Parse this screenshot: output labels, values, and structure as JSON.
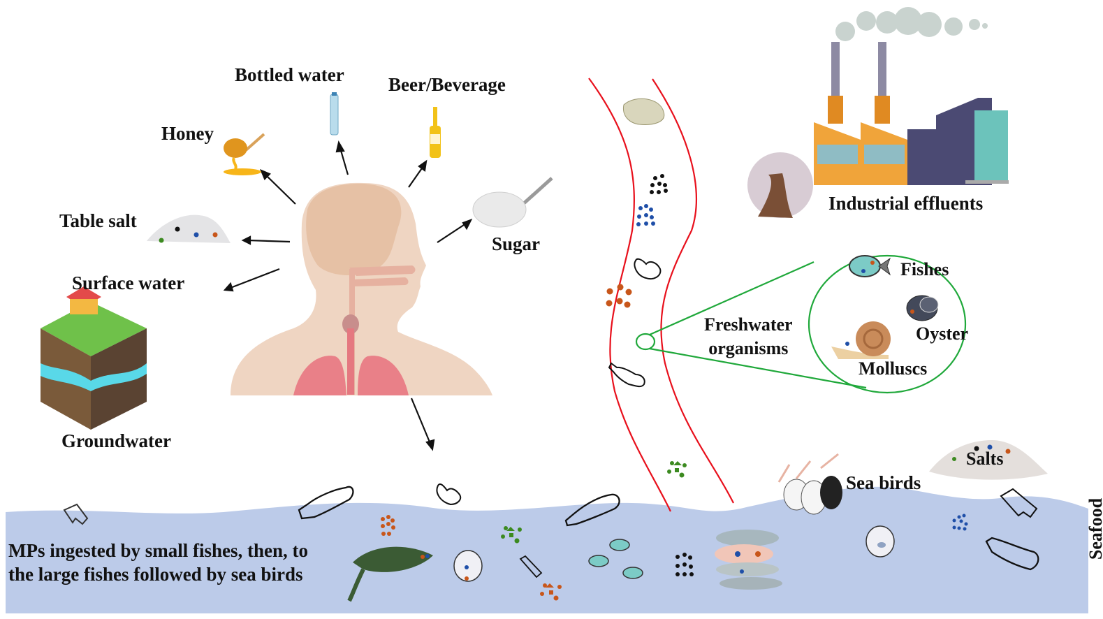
{
  "labels": {
    "bottled_water": "Bottled water",
    "beer_beverage": "Beer/Beverage",
    "honey": "Honey",
    "table_salt": "Table salt",
    "sugar": "Sugar",
    "surface_water": "Surface water",
    "groundwater": "Groundwater",
    "industrial_effluents": "Industrial effluents",
    "freshwater_organisms_line1": "Freshwater",
    "freshwater_organisms_line2": "organisms",
    "fishes": "Fishes",
    "oyster": "Oyster",
    "molluscs": "Molluscs",
    "salts": "Salts",
    "sea_birds": "Sea birds",
    "seafood": "Seafood",
    "mps_line1": "MPs ingested by small fishes, then, to",
    "mps_line2": "the large fishes followed by sea birds"
  },
  "colors": {
    "water": "#bccbe9",
    "river_bank": "#e8101c",
    "zoom_outline": "#1fa83a",
    "skin": "#efd5c2",
    "head": "#e6c1a5",
    "lungs": "#e98088",
    "mp_black": "#111111",
    "mp_blue": "#1f4fa8",
    "mp_orange": "#c8561a",
    "mp_green": "#3c8a20",
    "factory_orange": "#f0a43a",
    "factory_purple": "#4b4a73",
    "factory_teal": "#6cc3bb",
    "smoke": "#c9d3cf"
  }
}
